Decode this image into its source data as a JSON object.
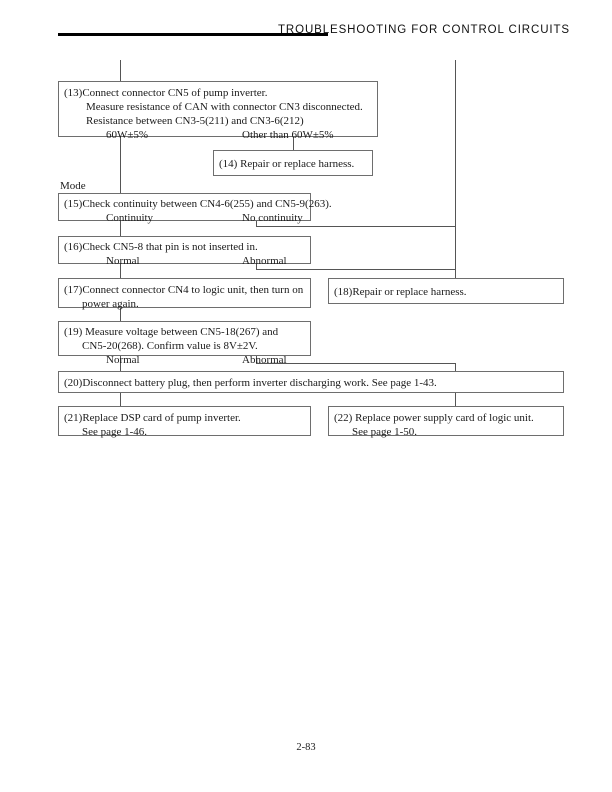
{
  "header": {
    "title": "TROUBLESHOOTING  FOR  CONTROL  CIRCUITS"
  },
  "footer": {
    "page_number": "2-83"
  },
  "labels": {
    "mode": "Mode"
  },
  "flow": {
    "step13": {
      "number": "(13)",
      "line1": "Connect connector CN5 of pump inverter.",
      "line2": "Measure resistance of CAN with connector CN3 disconnected.",
      "line3": "Resistance between CN3-5(211) and CN3-6(212)",
      "branch_left": "60W±5%",
      "branch_right": "Other than 60W±5%"
    },
    "step14": {
      "number": "(14)",
      "line1": "Repair or replace harness."
    },
    "step15": {
      "number": "(15)",
      "line1": "Check continuity between CN4-6(255) and CN5-9(263).",
      "branch_left": "Continuity",
      "branch_right": "No continuity"
    },
    "step16": {
      "number": "(16)",
      "line1": "Check CN5-8 that pin is not inserted in.",
      "branch_left": "Normal",
      "branch_right": "Abnormal"
    },
    "step17": {
      "number": "(17)",
      "line1": "Connect connector CN4 to logic unit, then turn on",
      "line2": "power again."
    },
    "step18": {
      "number": "(18)",
      "line1": "Repair or replace harness."
    },
    "step19": {
      "number": "(19)",
      "line1": "Measure voltage between CN5-18(267) and",
      "line2": "CN5-20(268). Confirm value is 8V±2V.",
      "branch_left": "Normal",
      "branch_right": "Abnormal"
    },
    "step20": {
      "number": "(20)",
      "line1": "Disconnect battery plug, then perform inverter discharging work. See page 1-43."
    },
    "step21": {
      "number": "(21)",
      "line1": "Replace DSP card of pump inverter.",
      "line2": "See page 1-46."
    },
    "step22": {
      "number": "(22)",
      "line1": "Replace power supply card of logic unit.",
      "line2": "See page 1-50."
    }
  }
}
